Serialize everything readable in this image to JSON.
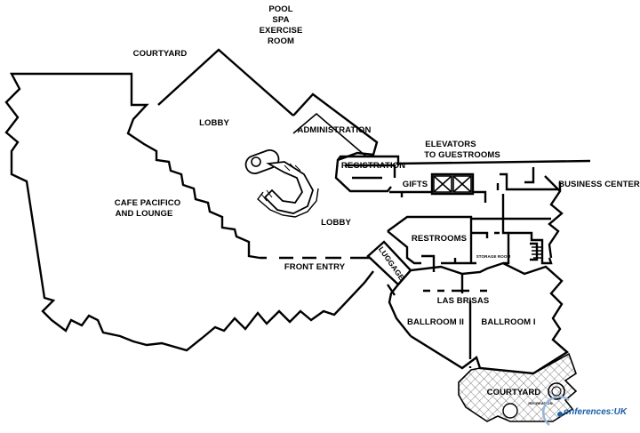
{
  "floorplan": {
    "labels": {
      "pool": "POOL",
      "spa": "SPA",
      "exercise": "EXERCISE",
      "room": "ROOM",
      "courtyard_top": "COURTYARD",
      "lobby_upper": "LOBBY",
      "administration": "ADMINISTRATION",
      "elevators": "ELEVATORS",
      "to_guestrooms": "TO GUESTROOMS",
      "registration": "REGISTRATION",
      "gifts": "GIFTS",
      "business_center": "BUSINESS CENTER",
      "cafe": "CAFE PACIFICO",
      "and_lounge": "AND LOUNGE",
      "lobby_lower": "LOBBY",
      "restrooms": "RESTROOMS",
      "storage_room": "STORAGE ROOM",
      "front_entry": "FRONT ENTRY",
      "luggage": "LUGGAGE",
      "las_brisas": "LAS BRISAS",
      "ballroom_2": "BALLROOM II",
      "ballroom_1": "BALLROOM I",
      "courtyard_bottom": "COURTYARD",
      "recreation": "RECREATION"
    }
  },
  "logo": {
    "text": "onferences:UK",
    "color": "#1a5fa8"
  }
}
